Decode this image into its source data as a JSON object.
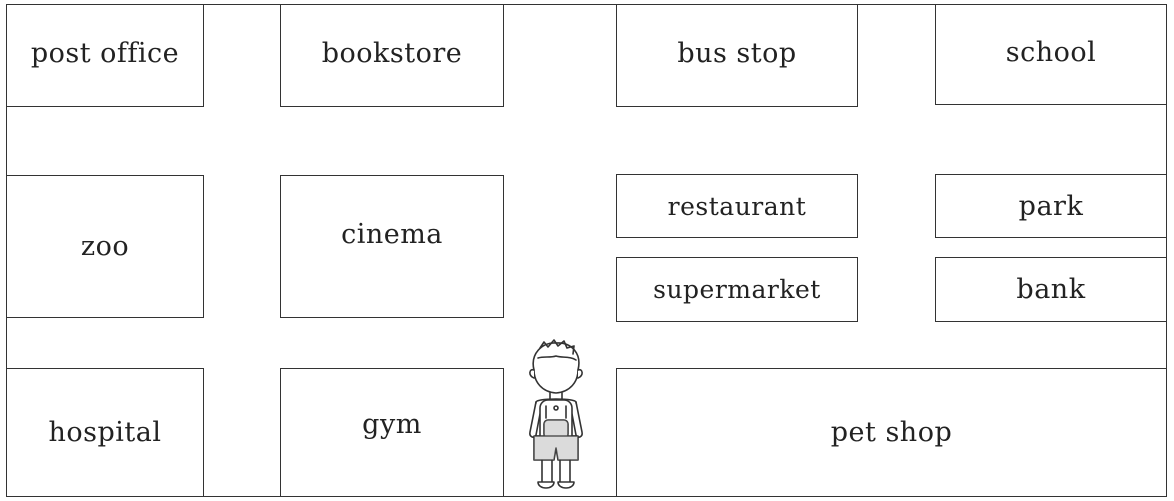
{
  "map": {
    "places": {
      "post_office": "post office",
      "bookstore": "bookstore",
      "bus_stop": "bus stop",
      "school": "school",
      "zoo": "zoo",
      "cinema": "cinema",
      "restaurant": "restaurant",
      "park": "park",
      "supermarket": "supermarket",
      "bank": "bank",
      "hospital": "hospital",
      "gym": "gym",
      "pet_shop": "pet shop"
    },
    "colors": {
      "line": "#333333",
      "text": "#222222",
      "background": "#ffffff"
    },
    "figure": "boy-with-backpack-icon"
  }
}
